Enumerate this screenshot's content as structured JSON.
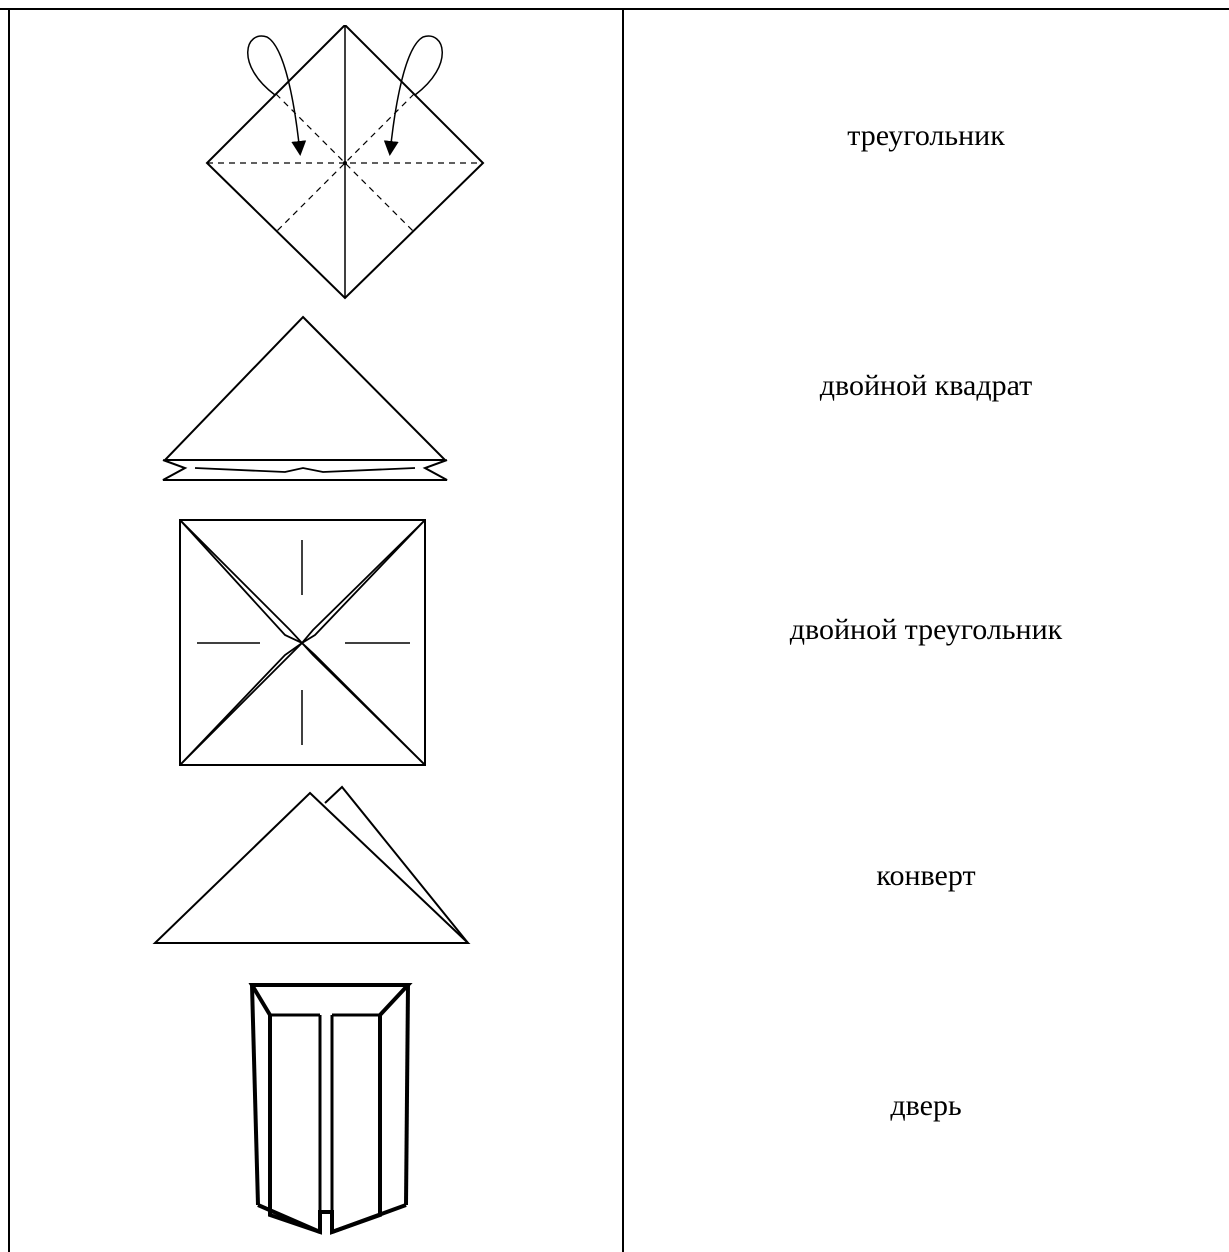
{
  "labels": [
    "треугольник",
    "двойной квадрат",
    "двойной треугольник",
    "конверт",
    "дверь"
  ],
  "figures": [
    "square-diamond-fold-diagram",
    "double-square-diagram",
    "square-x-fold-diagram",
    "double-triangle-diagram",
    "door-fold-diagram"
  ]
}
